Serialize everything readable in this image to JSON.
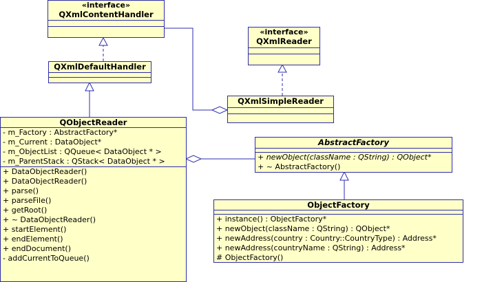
{
  "classes": {
    "content_handler": {
      "stereotype": "«interface»",
      "name": "QXmlContentHandler"
    },
    "xml_reader": {
      "stereotype": "«interface»",
      "name": "QXmlReader"
    },
    "default_handler": {
      "name": "QXmlDefaultHandler"
    },
    "simple_reader": {
      "name": "QXmlSimpleReader"
    },
    "object_reader": {
      "name": "QObjectReader",
      "attributes": [
        "- m_Factory : AbstractFactory*",
        "- m_Current : DataObject*",
        "- m_ObjectList : QQueue< DataObject * >",
        "- m_ParentStack : QStack< DataObject * >"
      ],
      "operations": [
        "+ DataObjectReader()",
        "+ DataObjectReader()",
        "+ parse()",
        "+ parseFile()",
        "+ getRoot()",
        "+ ~ DataObjectReader()",
        "+ startElement()",
        "+ endElement()",
        "+ endDocument()",
        "- addCurrentToQueue()"
      ]
    },
    "abstract_factory": {
      "name": "AbstractFactory",
      "operations": [
        "+ newObject(className : QString) : QObject*",
        "+ ~ AbstractFactory()"
      ]
    },
    "object_factory": {
      "name": "ObjectFactory",
      "operations": [
        "+ instance() : ObjectFactory*",
        "+ newObject(className : QString) : QObject*",
        "+ newAddress(country : Country::CountryType) : Address*",
        "+ newAddress(countryName : QString) : Address*",
        "# ObjectFactory()"
      ]
    }
  },
  "colors": {
    "fill": "#ffffc8",
    "stroke": "#2b2bb0"
  }
}
